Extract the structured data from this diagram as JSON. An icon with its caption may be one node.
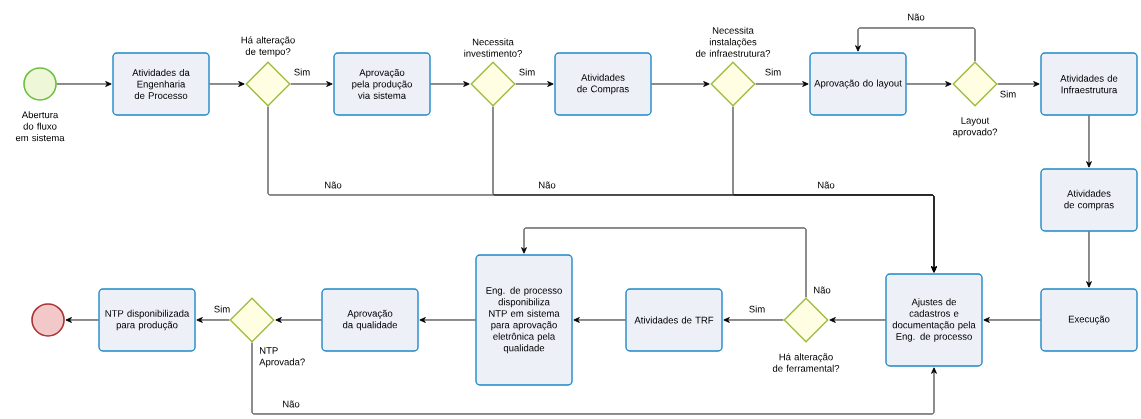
{
  "diagram": {
    "nodes": [
      {
        "text": [],
        "shape": "circle",
        "beside": [
          "Abertura do fluxo em sistema"
        ]
      },
      {
        "text": [
          "Atividades da Engenharia de Processo"
        ]
      },
      {
        "text": [],
        "shape": "diamond",
        "beside": [
          "Há alteração de tempo?"
        ]
      },
      {
        "text": [
          "Aprovação pela produção via sistema"
        ]
      },
      {
        "text": [],
        "shape": "diamond",
        "beside": [
          "Necessita investimento?"
        ]
      },
      {
        "text": [
          "Atividades de Compras"
        ]
      },
      {
        "text": [],
        "shape": "diamond",
        "beside": [
          "Necessita instalações de infraestrutura?"
        ]
      },
      {
        "text": [
          "Aprovação do layout"
        ]
      },
      {
        "text": [],
        "shape": "diamond",
        "beside": [
          "Layout aprovado?"
        ]
      },
      {
        "text": [
          "Atividades de Infraestrutura"
        ]
      },
      {
        "text": [
          "Atividades de compras"
        ]
      },
      {
        "text": [
          "Execução"
        ]
      },
      {
        "text": [
          "Ajustes de cadastros e documentação pela Eng. de processo"
        ]
      },
      {
        "text": [],
        "shape": "diamond",
        "beside": [
          "Há alteração de ferramental?"
        ]
      },
      {
        "text": [
          "Atividades de TRF"
        ]
      },
      {
        "text": [
          "Eng. de processo disponibiliza NTP em sistema para aprovação eletrônica pela qualidade"
        ]
      },
      {
        "text": [
          "Aprovação da qualidade"
        ]
      },
      {
        "text": [],
        "shape": "diamond",
        "beside": [
          "NTP Aprovada?"
        ]
      },
      {
        "text": [
          "NTP disponibilizada para produção"
        ]
      },
      {
        "text": [],
        "shape": "circle"
      }
    ],
    "edges": [
      {
        "from": 0,
        "to": 1,
        "arrow": "to"
      },
      {
        "from": 1,
        "to": 2,
        "arrow": "to"
      },
      {
        "from": 2,
        "to": 3,
        "arrow": "to",
        "label": "Sim"
      },
      {
        "from": 3,
        "to": 4,
        "arrow": "to"
      },
      {
        "from": 4,
        "to": 5,
        "arrow": "to",
        "label": "Sim"
      },
      {
        "from": 5,
        "to": 6,
        "arrow": "to"
      },
      {
        "from": 6,
        "to": 7,
        "arrow": "to",
        "label": "Sim"
      },
      {
        "from": 7,
        "to": 8,
        "arrow": "to"
      },
      {
        "from": 8,
        "to": 9,
        "arrow": "to",
        "label": "Sim"
      },
      {
        "from": 8,
        "to": 7,
        "arrow": "to",
        "label": "Não"
      },
      {
        "from": 9,
        "to": 10,
        "arrow": "to"
      },
      {
        "from": 10,
        "to": 11,
        "arrow": "to"
      },
      {
        "from": 11,
        "to": 12,
        "arrow": "to"
      },
      {
        "from": 2,
        "to": 12,
        "arrow": "to",
        "label": "Não"
      },
      {
        "from": 4,
        "to": 12,
        "arrow": "to",
        "label": "Não"
      },
      {
        "from": 6,
        "to": 12,
        "arrow": "to",
        "label": "Não"
      },
      {
        "from": 12,
        "to": 13,
        "arrow": "to"
      },
      {
        "from": 13,
        "to": 14,
        "arrow": "to",
        "label": "Sim"
      },
      {
        "from": 13,
        "to": 15,
        "arrow": "to",
        "label": "Não"
      },
      {
        "from": 14,
        "to": 15,
        "arrow": "to"
      },
      {
        "from": 15,
        "to": 16,
        "arrow": "to"
      },
      {
        "from": 16,
        "to": 17,
        "arrow": "to"
      },
      {
        "from": 17,
        "to": 18,
        "arrow": "to",
        "label": "Sim"
      },
      {
        "from": 18,
        "to": 19,
        "arrow": "to"
      },
      {
        "from": 17,
        "to": 12,
        "arrow": "to",
        "label": "Não"
      }
    ]
  }
}
